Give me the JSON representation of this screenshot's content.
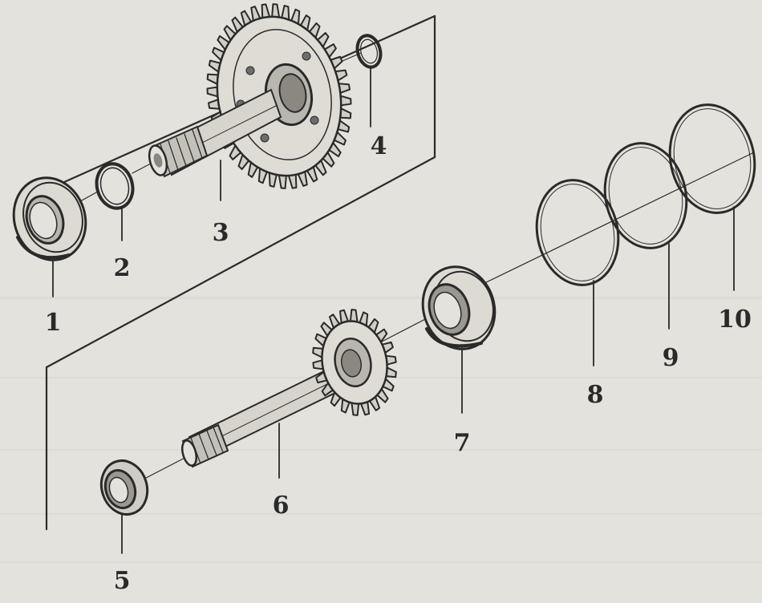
{
  "diagram": {
    "type": "exploded-parts-view",
    "parts": [
      {
        "id": "1",
        "label": "1",
        "kind": "bearing"
      },
      {
        "id": "2",
        "label": "2",
        "kind": "circlip"
      },
      {
        "id": "3",
        "label": "3",
        "kind": "gear-shaft"
      },
      {
        "id": "4",
        "label": "4",
        "kind": "circlip"
      },
      {
        "id": "5",
        "label": "5",
        "kind": "bearing"
      },
      {
        "id": "6",
        "label": "6",
        "kind": "gear-shaft"
      },
      {
        "id": "7",
        "label": "7",
        "kind": "bearing"
      },
      {
        "id": "8",
        "label": "8",
        "kind": "shim-ring"
      },
      {
        "id": "9",
        "label": "9",
        "kind": "shim-ring"
      },
      {
        "id": "10",
        "label": "10",
        "kind": "shim-ring"
      }
    ],
    "colors": {
      "paper": "#e4e2dc",
      "ink": "#2a2a2a",
      "shade": "#6d6d6d",
      "light": "#c9c7c0"
    }
  }
}
